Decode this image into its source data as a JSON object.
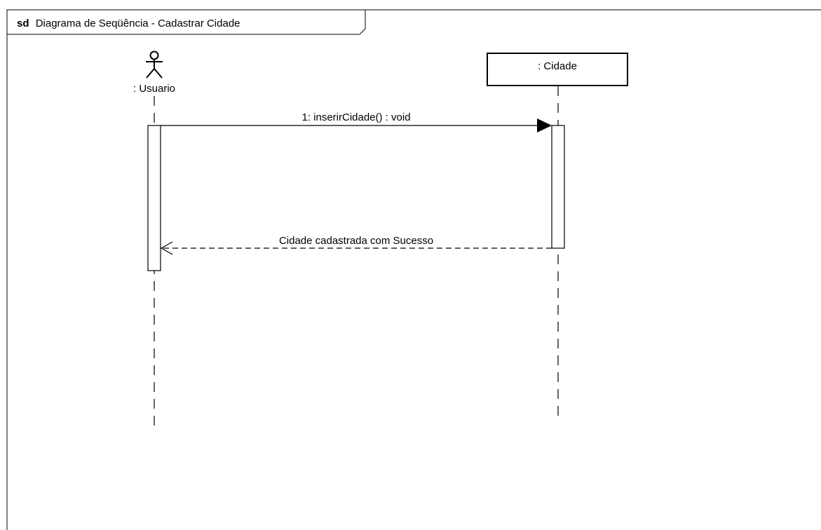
{
  "frame": {
    "keyword": "sd",
    "title": "Diagrama de Seqüência - Cadastrar Cidade"
  },
  "lifelines": {
    "actor": {
      "label": ": Usuario",
      "icon": "stick-figure-actor-icon"
    },
    "object": {
      "label": ": Cidade"
    }
  },
  "messages": {
    "call": {
      "label": "1: inserirCidade() : void",
      "arrow": "filled"
    },
    "reply": {
      "label": "Cidade cadastrada com Sucesso",
      "arrow": "open",
      "line": "dashed"
    }
  },
  "colors": {
    "stroke": "#000000",
    "background": "#ffffff"
  }
}
